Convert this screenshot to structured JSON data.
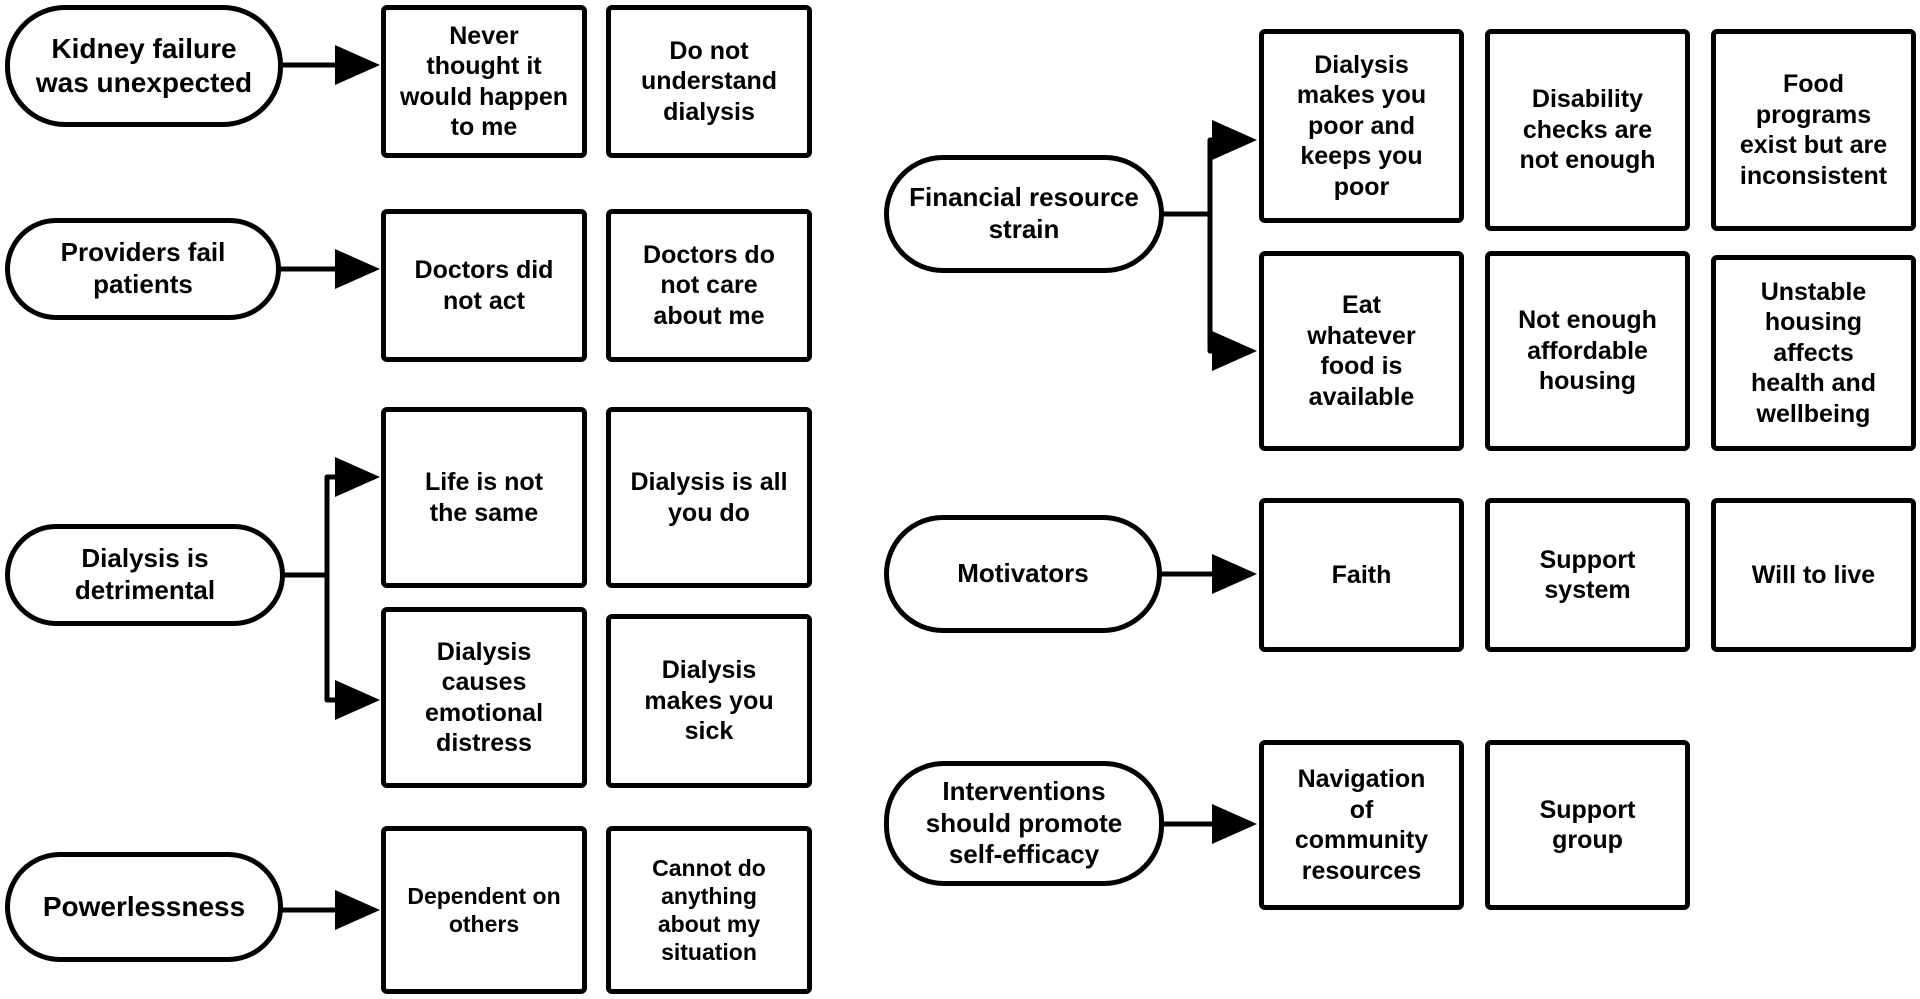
{
  "left": [
    {
      "theme": "Kidney failure\nwas unexpected",
      "subthemes": [
        "Never\nthought it\nwould happen\nto me",
        "Do not\nunderstand\ndialysis"
      ]
    },
    {
      "theme": "Providers fail\npatients",
      "subthemes": [
        "Doctors did\nnot act",
        "Doctors do\nnot care\nabout me"
      ]
    },
    {
      "theme": "Dialysis is\ndetrimental",
      "subthemes": [
        "Life is not\nthe same",
        "Dialysis is all\nyou do",
        "Dialysis\ncauses\nemotional\ndistress",
        "Dialysis\nmakes you\nsick"
      ]
    },
    {
      "theme": "Powerlessness",
      "subthemes": [
        "Dependent on\nothers",
        "Cannot do\nanything\nabout my\nsituation"
      ]
    }
  ],
  "right": [
    {
      "theme": "Financial resource\nstrain",
      "subthemes": [
        "Dialysis\nmakes you\npoor and\nkeeps you\npoor",
        "Disability\nchecks are\nnot enough",
        "Food\nprograms\nexist but are\ninconsistent",
        "Eat\nwhatever\nfood is\navailable",
        "Not enough\naffordable\nhousing",
        "Unstable\nhousing\naffects\nhealth and\nwellbeing"
      ]
    },
    {
      "theme": "Motivators",
      "subthemes": [
        "Faith",
        "Support\nsystem",
        "Will to live"
      ]
    },
    {
      "theme": "Interventions\nshould promote\nself-efficacy",
      "subthemes": [
        "Navigation\nof\ncommunity\nresources",
        "Support\ngroup"
      ]
    }
  ]
}
